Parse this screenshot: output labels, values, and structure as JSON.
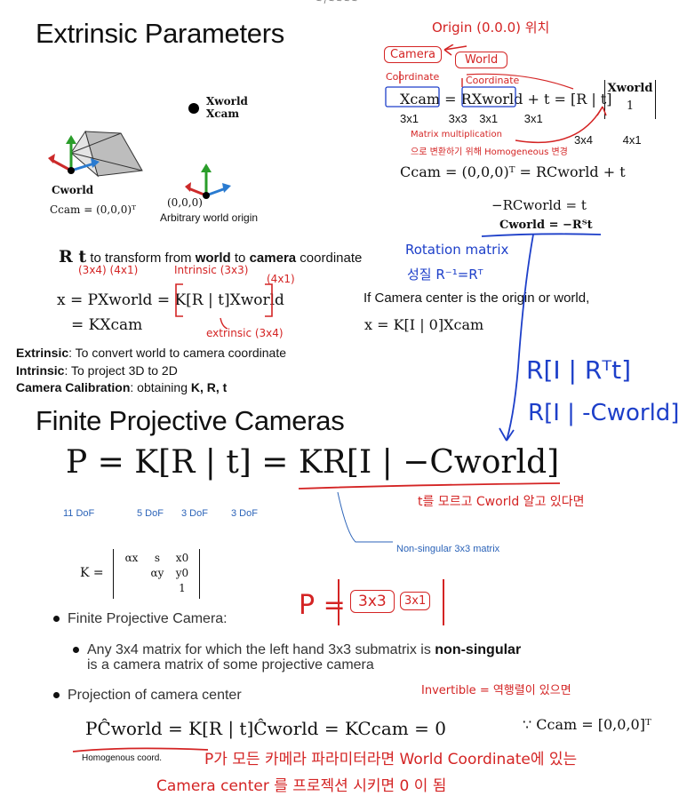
{
  "header_fragment": "~ / ~ ~ ~ ~",
  "section1": {
    "title": "Extrinsic Parameters",
    "scene": {
      "x_world": "Xworld",
      "x_cam": "Xcam",
      "c_world": "Cworld",
      "c_cam": "Ccam = (0,0,0)ᵀ",
      "origin_coords": "(0,0,0)",
      "origin_label": "Arbitrary world origin"
    },
    "transform": {
      "symbol": "R t",
      "text_pre": "to transform from ",
      "bold1": "world",
      "text_mid": " to ",
      "bold2": "camera",
      "text_post": " coordinate"
    },
    "eq_proj_1": "x = PXworld = K[R | t]Xworld",
    "eq_proj_2": "= KXcam",
    "camera_center_text": "If Camera center is the origin or world,",
    "eq_origin": "x = K[I | 0]Xcam",
    "definitions": [
      {
        "term": "Extrinsic",
        "text": ": To convert world to camera coordinate"
      },
      {
        "term": "Intrinsic",
        "text": ": To project 3D to 2D"
      },
      {
        "term": "Camera Calibration",
        "text": ": obtaining ",
        "bold_tail": "K, R, t"
      }
    ],
    "right_eq": {
      "main": "Xcam = RXworld + t = [R | t]",
      "vector_top": "Xworld",
      "vector_bottom": "1",
      "dims": [
        "3x1",
        "3x3",
        "3x1",
        "3x1"
      ],
      "dims2": [
        "3x4",
        "4x1"
      ],
      "eq2": "Ccam = (0,0,0)ᵀ = RCworld + t",
      "eq3": "−RCworld = t",
      "eq4": "Cworld = −Rᵀt"
    }
  },
  "annotations": {
    "origin": "Origin (0.0.0) 위치",
    "camera": "Camera",
    "world": "World",
    "coordinate1": "Coordinate",
    "coordinate2": "Coordinate",
    "matrix_mult": "Matrix multiplication",
    "homog": "으로 변환하기 위해 Homogeneous 변경",
    "dims_note": "(3x4) (4x1)",
    "intrinsic_note": "Intrinsic (3x3)",
    "small_41": "(4x1)",
    "extrinsic_note": "extrinsic (3x4)",
    "rotation": "Rotation matrix",
    "property": "성질 R⁻¹=Rᵀ",
    "big1": "R[I | Rᵀt]",
    "big2": "R[I | -Cworld]",
    "unknown_t": "t를 모르고 Cworld 알고 있다면",
    "p_label": "P =",
    "p_box1": "3x3",
    "p_box2": "3x1",
    "invertible": "Invertible = 역행렬이 있으면",
    "bottom1": "P가 모든 카메라 파라미터라면 World Coordinate에 있는",
    "bottom2": "Camera center 를 프로젝션 시키면 0 이 됨"
  },
  "section2": {
    "title": "Finite Projective Cameras",
    "big_eq": "P = K[R | t] = KR[I | −Cworld]",
    "dof": [
      "11 DoF",
      "5 DoF",
      "3 DoF",
      "3 DoF"
    ],
    "nonsingular_label": "Non-singular 3x3 matrix",
    "k_label": "K =",
    "k_matrix": [
      [
        "αx",
        "s",
        "x0"
      ],
      [
        "",
        "αy",
        "y0"
      ],
      [
        "",
        "",
        "1"
      ]
    ],
    "bullet1": "Finite Projective Camera:",
    "sub_bullet_pre": "Any 3x4 matrix for which the left hand 3x3 submatrix is ",
    "sub_bullet_bold": "non-singular",
    "sub_bullet_line2": "is a camera matrix of some projective camera",
    "bullet2": "Projection of camera center",
    "proj_eq": "PĈworld = K[R | t]Ĉworld = KCcam = 0",
    "because_eq": "∵ Ccam = [0,0,0]ᵀ",
    "homog_label": "Homogenous coord."
  },
  "colors": {
    "annotation_red": "#d42424",
    "annotation_blue": "#1d3fc9",
    "dof_blue": "#2b63b8"
  }
}
